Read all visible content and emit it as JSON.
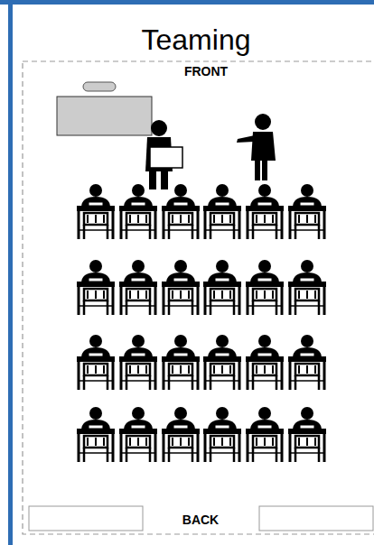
{
  "diagram": {
    "title": "Teaming",
    "labels": [
      "FRONT",
      "BACK"
    ]
  }
}
